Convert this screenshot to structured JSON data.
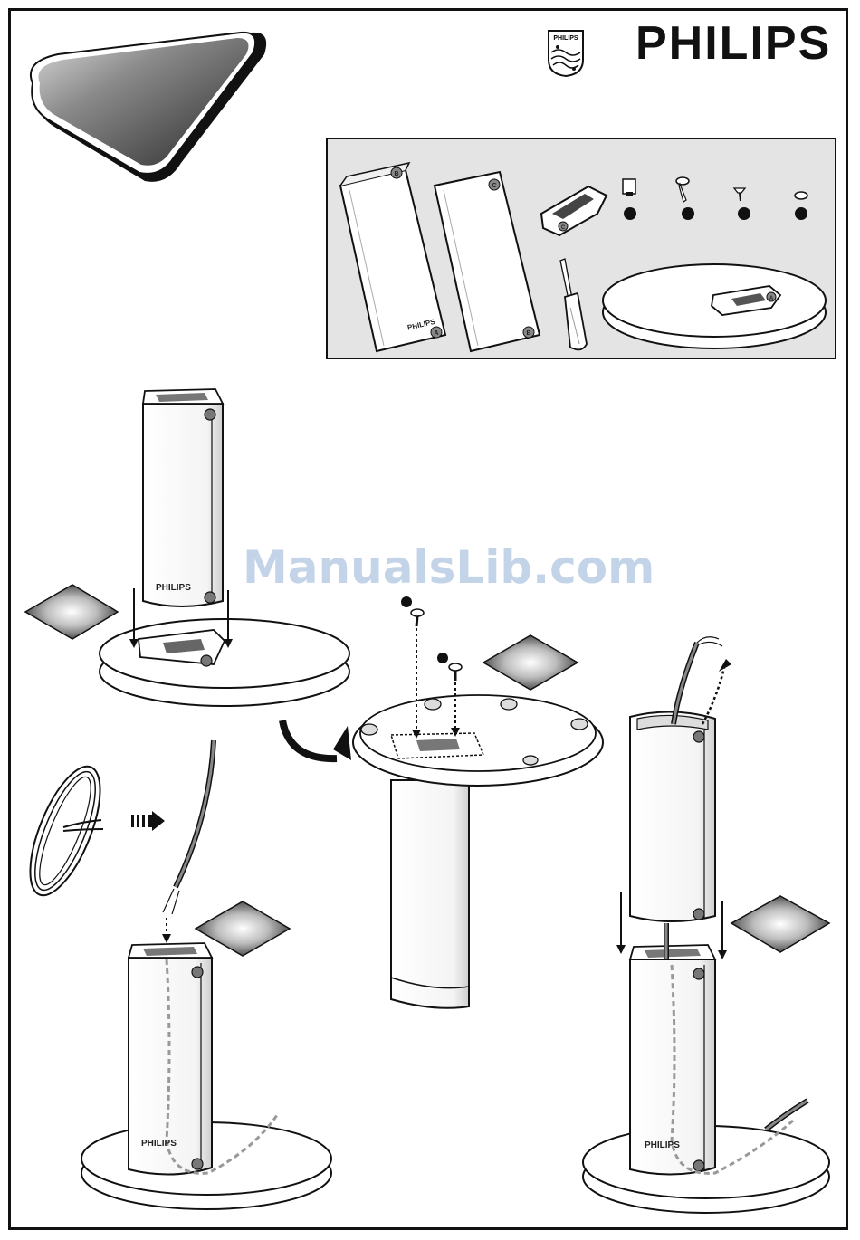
{
  "header": {
    "brand_wordmark": "PHILIPS",
    "shield_label": "PHILIPS"
  },
  "watermark": "ManualsLib.com",
  "parts_panel": {
    "panel_left_stamp": "PHILIPS",
    "marker_a": "A",
    "marker_b": "B",
    "marker_c": "C"
  },
  "steps": {
    "step1_stamp": "PHILIPS",
    "step3_stamp": "PHILIPS",
    "step4_stamp": "PHILIPS"
  },
  "colors": {
    "panel_bg": "#e4e4e4",
    "ink": "#111111",
    "watermark": "#b9cde6"
  }
}
